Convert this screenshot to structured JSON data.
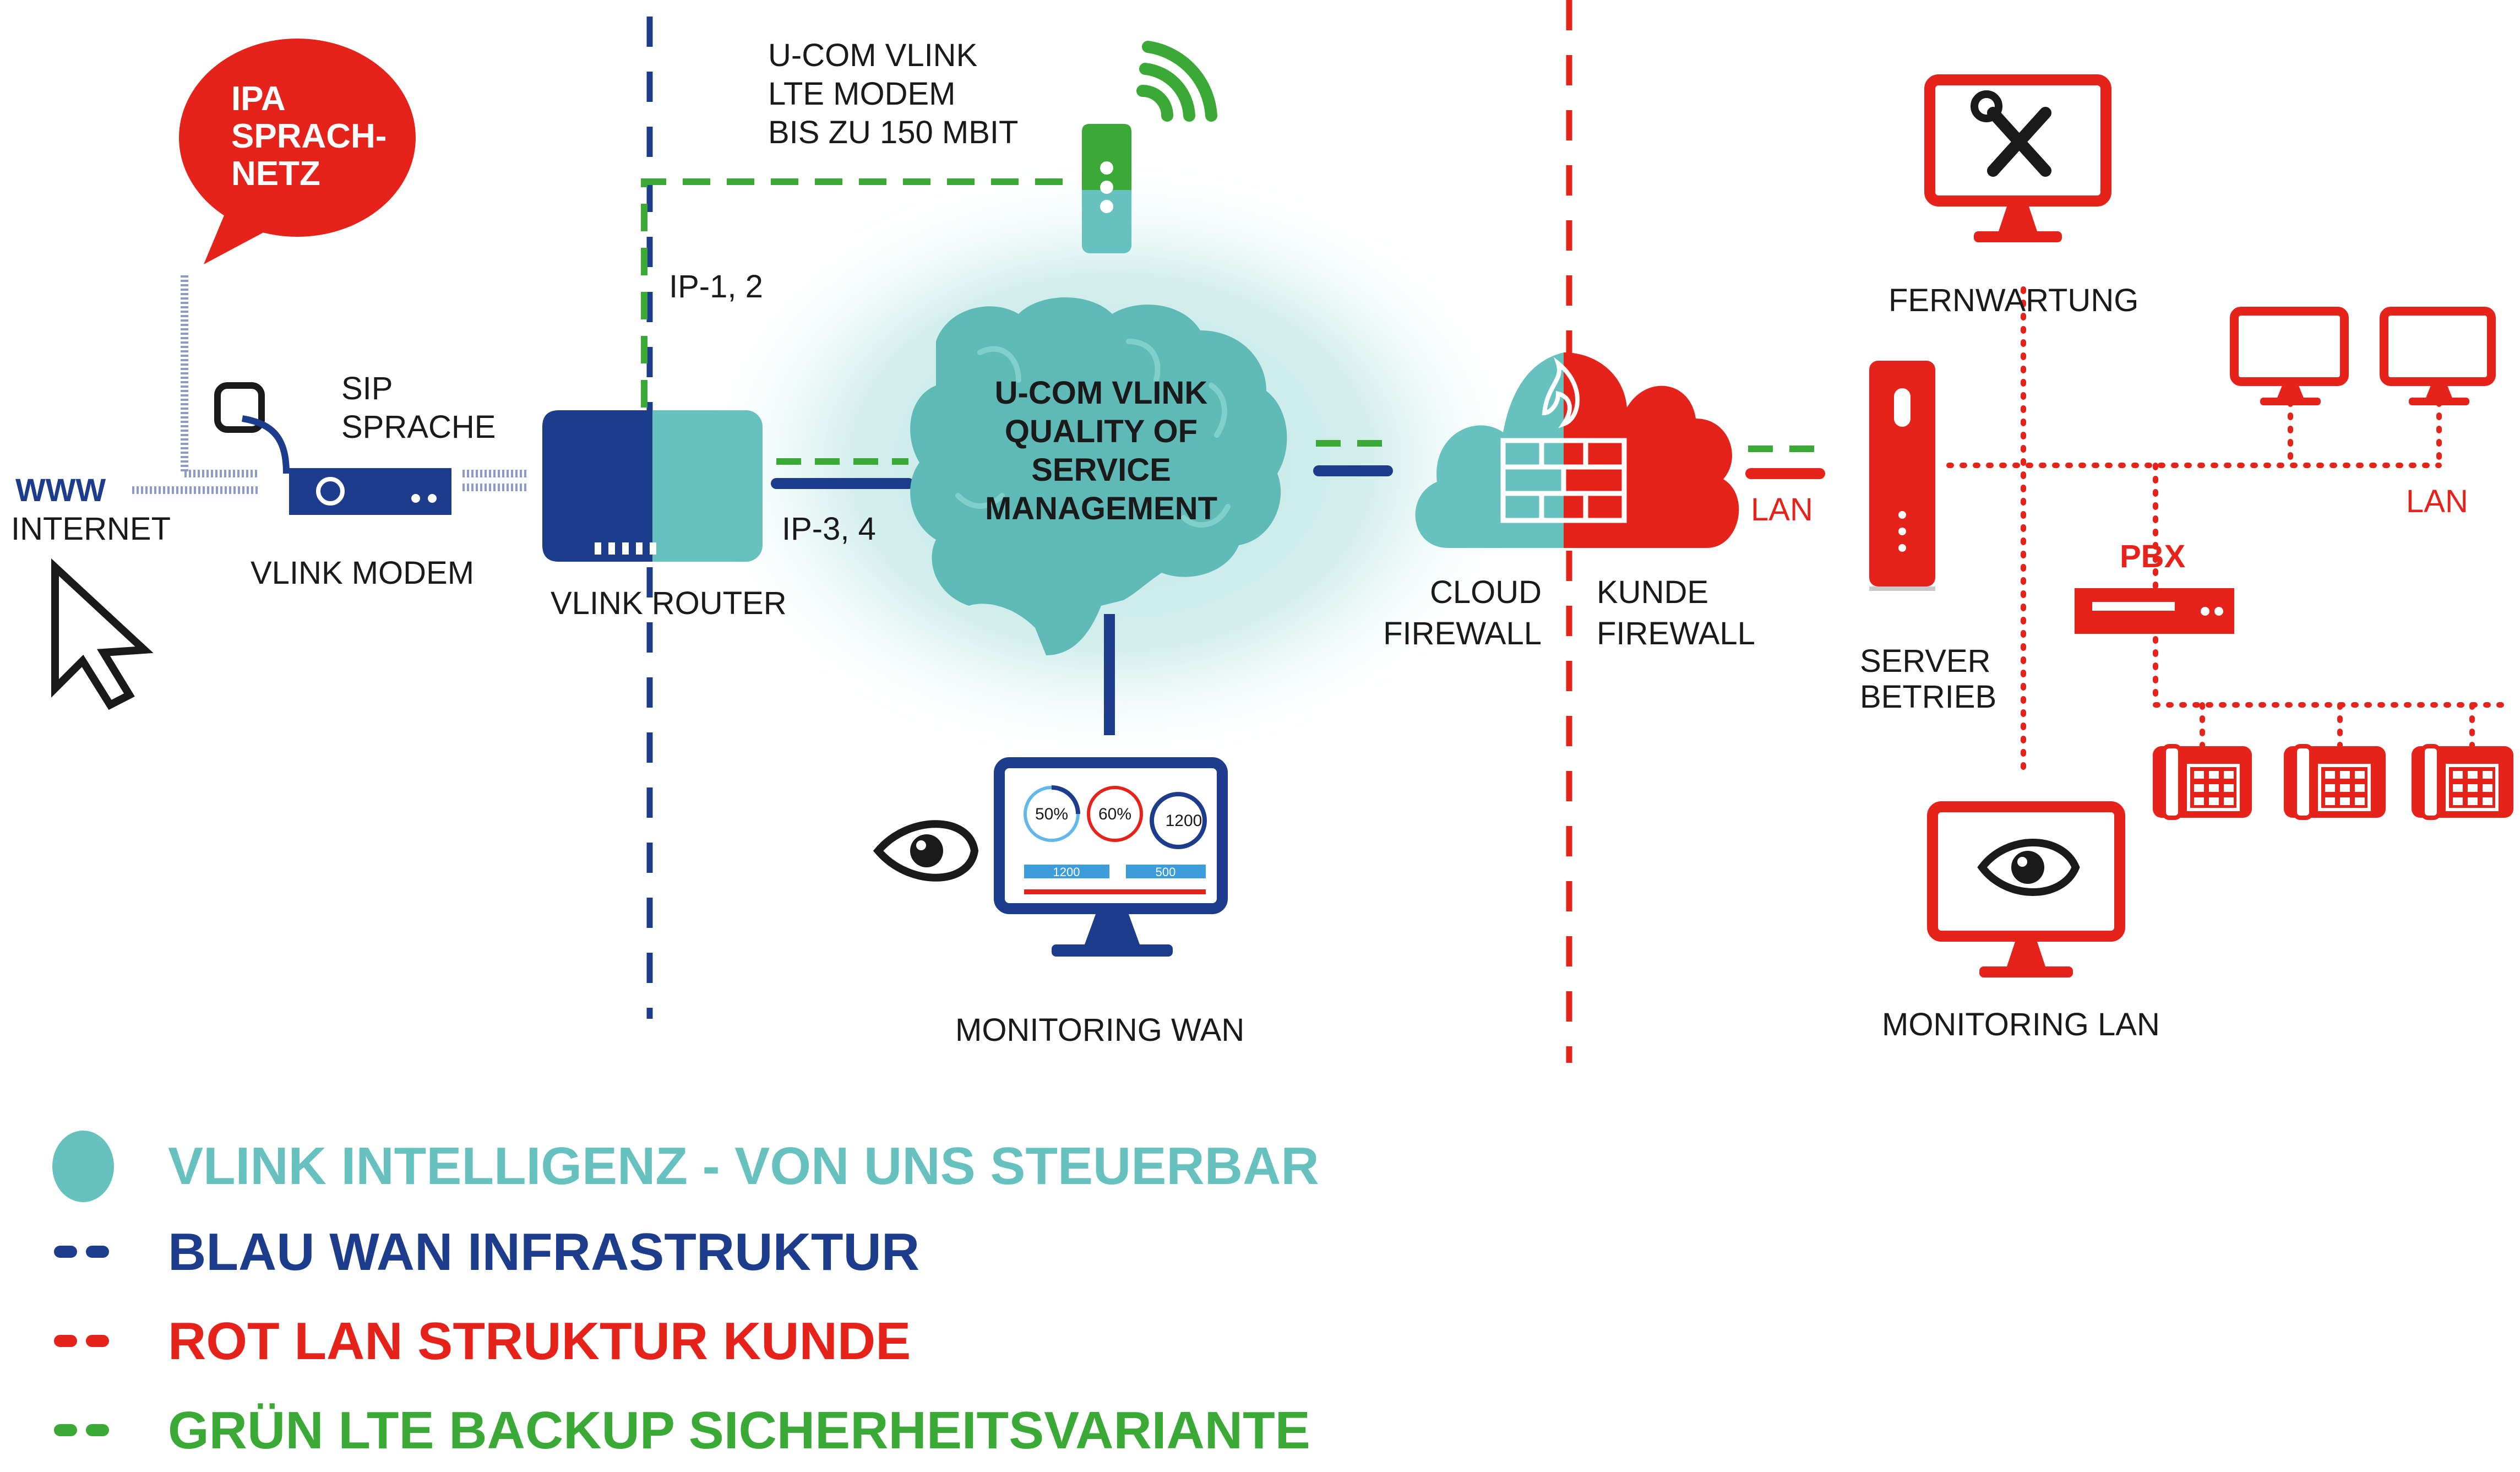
{
  "colors": {
    "blue": "#1e3c8c",
    "red": "#e5231b",
    "green": "#3aa935",
    "teal": "#66c1bf",
    "teal_glow": "#bfe6e5",
    "dark": "#1a1a1a"
  },
  "labels": {
    "ipa_line1": "IPA",
    "ipa_line2": "SPRACH-",
    "ipa_line3": "NETZ",
    "www": "WWW",
    "internet": "INTERNET",
    "sip_line1": "SIP",
    "sip_line2": "SPRACHE",
    "vlink_modem": "VLINK MODEM",
    "vlink_router": "VLINK ROUTER",
    "lte_line1": "U-COM VLINK",
    "lte_line2": "LTE MODEM",
    "lte_line3": "BIS ZU 150 MBIT",
    "ip12": "IP-1, 2",
    "ip34": "IP-3, 4",
    "brain_line1": "U-COM VLINK",
    "brain_line2": "QUALITY OF",
    "brain_line3": "SERVICE",
    "brain_line4": "MANAGEMENT",
    "cloud_fw_line1": "CLOUD",
    "cloud_fw_line2": "FIREWALL",
    "kunde_fw_line1": "KUNDE",
    "kunde_fw_line2": "FIREWALL",
    "lan_left": "LAN",
    "lan_right": "LAN",
    "fernwartung": "FERNWARTUNG",
    "server_line1": "SERVER",
    "server_line2": "BETRIEB",
    "pbx": "PBX",
    "monitoring_wan": "MONITORING WAN",
    "monitoring_lan": "MONITORING LAN"
  },
  "dashboard": {
    "gauge1": "50%",
    "gauge2": "60%",
    "gauge3": "1200",
    "bar1": "1200",
    "bar2": "500"
  },
  "icons": [
    "speech-bubble-icon",
    "cursor-icon",
    "modem-icon",
    "router-icon",
    "lte-modem-icon",
    "wifi-icon",
    "brain-icon",
    "cloud-firewall-icon",
    "tools-icon",
    "server-icon",
    "pbx-icon",
    "phone-icon",
    "eye-icon",
    "monitor-icon"
  ],
  "legend": [
    {
      "text": "VLINK INTELLIGENZ - VON UNS STEUERBAR",
      "color": "#66c1bf",
      "marker": "dot"
    },
    {
      "text": "BLAU WAN INFRASTRUKTUR",
      "color": "#1e3c8c",
      "marker": "dash"
    },
    {
      "text": "ROT LAN STRUKTUR KUNDE",
      "color": "#e5231b",
      "marker": "dash"
    },
    {
      "text": "GRÜN LTE BACKUP SICHERHEITSVARIANTE",
      "color": "#3aa935",
      "marker": "dash"
    }
  ]
}
